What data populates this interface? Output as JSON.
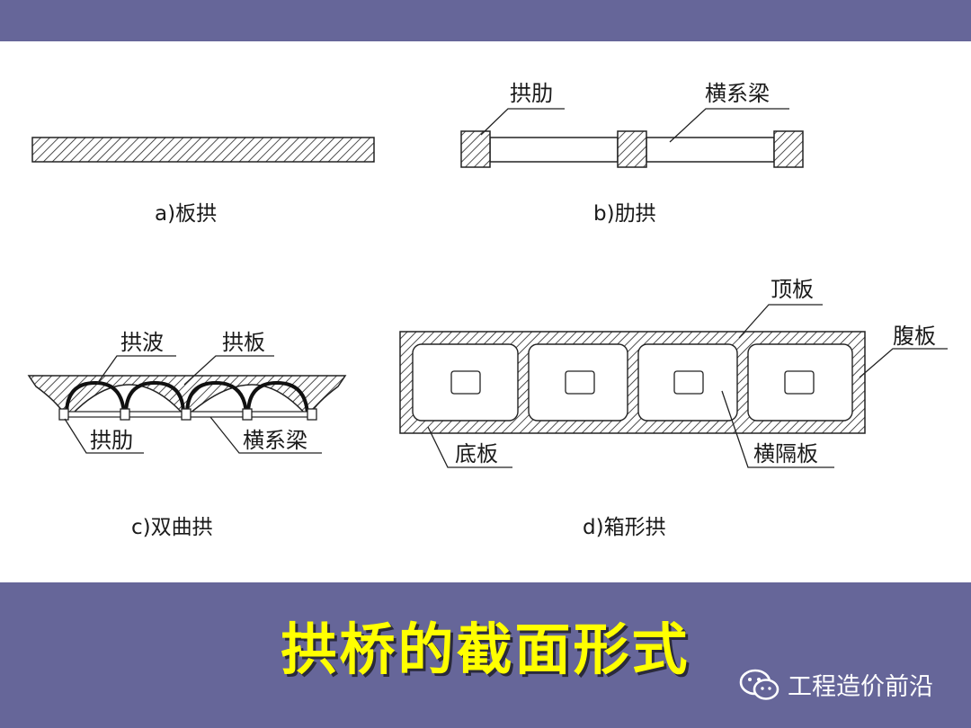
{
  "colors": {
    "band": "#666699",
    "title": "#ffff00",
    "watermark_text": "#ffffff",
    "ink": "#1a1a1a"
  },
  "title": "拱桥的截面形式",
  "watermark": {
    "icon": "wechat-icon",
    "text": "工程造价前沿"
  },
  "panels": {
    "a": {
      "caption": "a)板拱"
    },
    "b": {
      "caption": "b)肋拱",
      "labels": {
        "rib": "拱肋",
        "beam": "横系梁"
      }
    },
    "c": {
      "caption": "c)双曲拱",
      "labels": {
        "wave": "拱波",
        "plate": "拱板",
        "rib": "拱肋",
        "beam": "横系梁"
      }
    },
    "d": {
      "caption": "d)箱形拱",
      "labels": {
        "top": "顶板",
        "web": "腹板",
        "bottom": "底板",
        "diaphragm": "横隔板"
      }
    }
  }
}
